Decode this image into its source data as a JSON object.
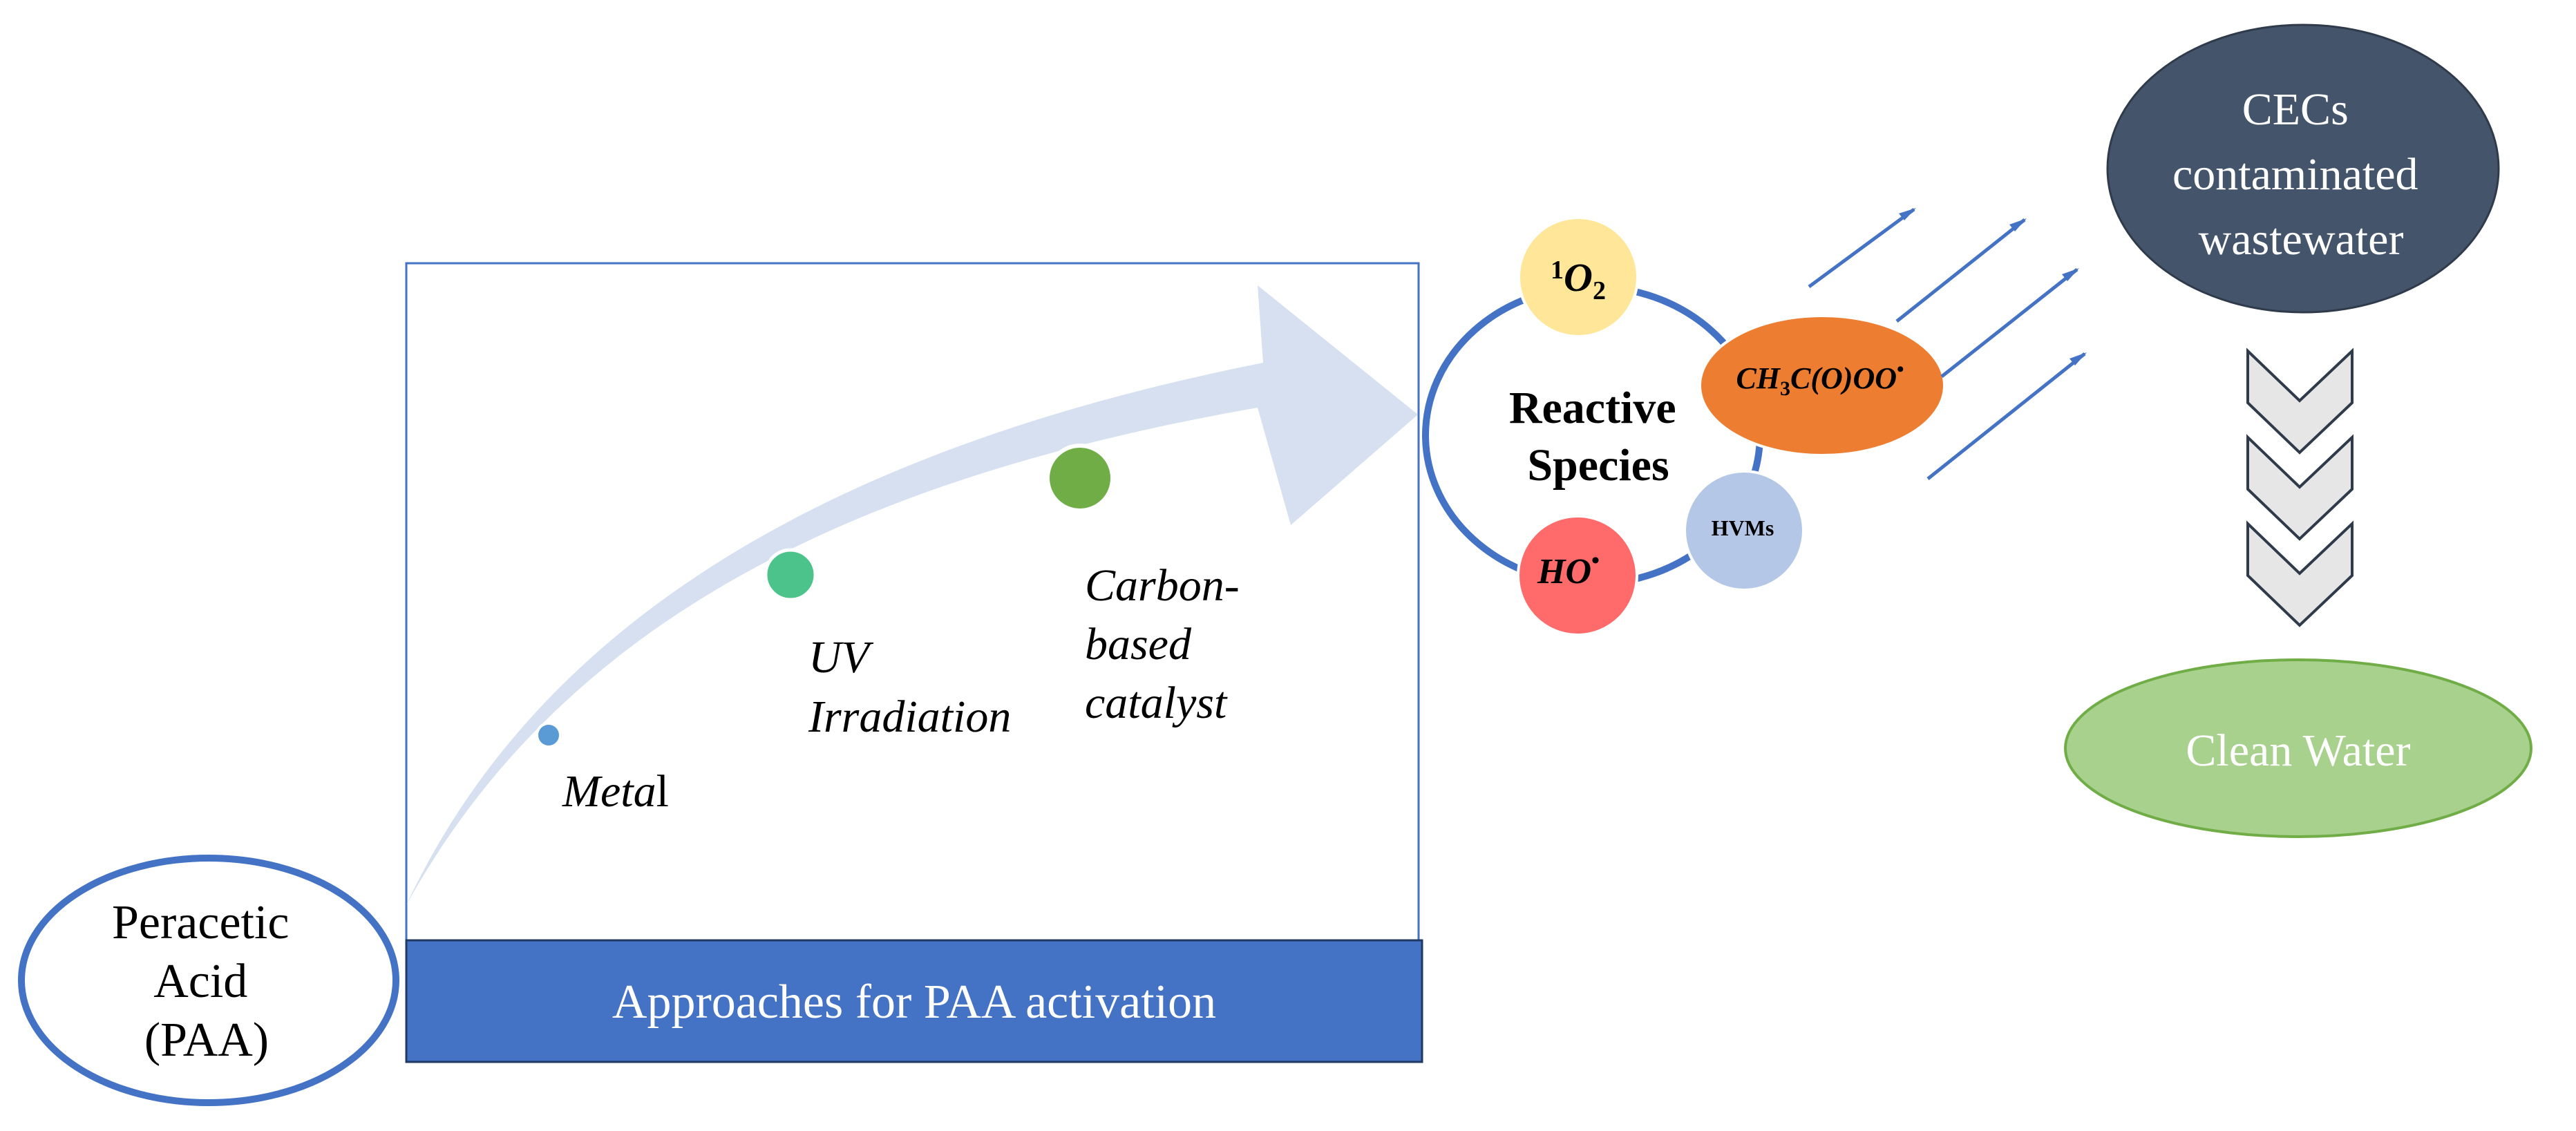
{
  "paa": {
    "line1": "Peracetic",
    "line2": "Acid",
    "line3": "(PAA)"
  },
  "approaches": {
    "banner": "Approaches for PAA activation",
    "metal": {
      "part1": "Meta",
      "part2": "l"
    },
    "uv": {
      "line1": "UV",
      "line2": "Irradiation"
    },
    "carbon": {
      "line1": "Carbon-",
      "line2": "based",
      "line3": "catalyst"
    }
  },
  "reactive": {
    "line1": "Reactive",
    "line2": "Species",
    "singlet_oxygen": {
      "sup": "1",
      "base": "O",
      "sub": "2"
    },
    "hydroxyl": {
      "base": "HO",
      "dot": "•"
    },
    "peroxyl": {
      "p1": "CH",
      "s1": "3",
      "p2": "C(O)OO",
      "dot": "•"
    },
    "hvms": "HVMs"
  },
  "cecs": {
    "line1": "CECs",
    "line2": "contaminated",
    "line3": "wastewater"
  },
  "clean": "Clean Water",
  "colors": {
    "paa_border": "#4472C4",
    "banner": "#4472C4",
    "arrow_fill": "#D6E0F0",
    "metal_dot": "#5B9BD5",
    "uv_dot": "#4CC38A",
    "carbon_dot": "#70AD47",
    "singlet_oxygen": "#FFE699",
    "hydroxyl": "#FF6B6B",
    "peroxyl": "#ED7D31",
    "hvms": "#B4C7E7",
    "cecs": "#44546A",
    "clean": "#A9D18E",
    "chevron": "#E7E6E6"
  }
}
